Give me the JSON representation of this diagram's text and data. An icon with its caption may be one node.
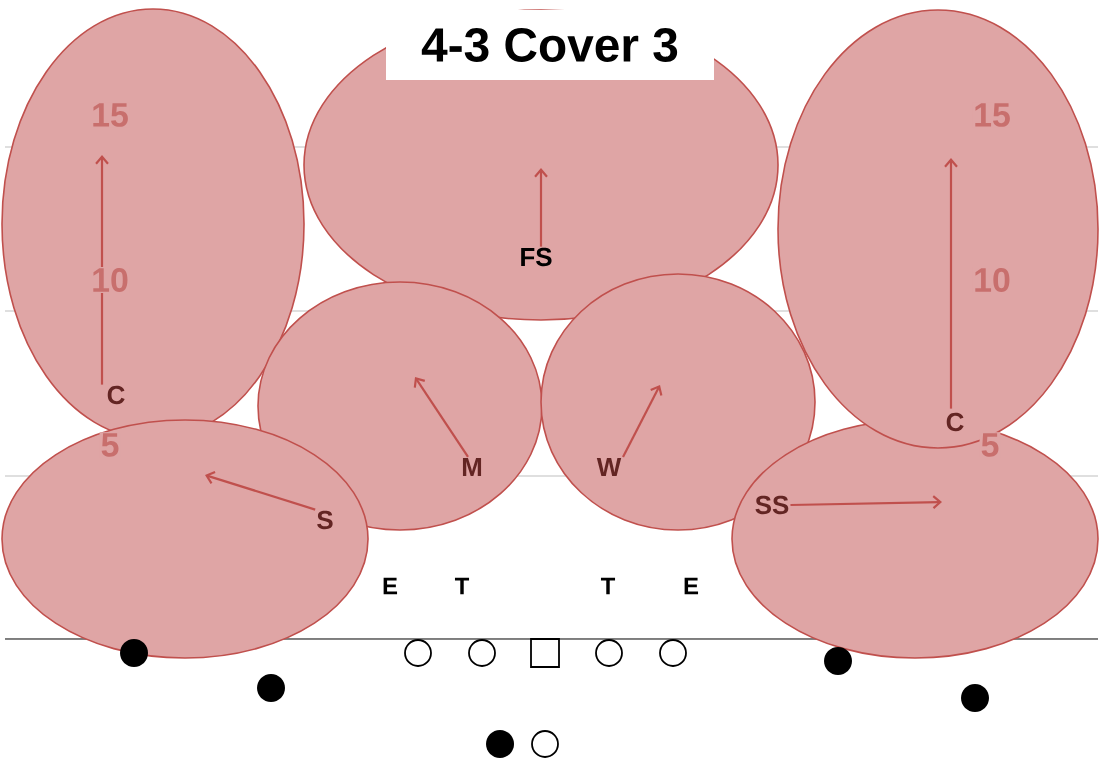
{
  "diagram": {
    "title": "4-3 Cover 3",
    "nodes": [
      {
        "text": [],
        "shape": "ellipse"
      },
      {
        "text": [],
        "shape": "ellipse"
      },
      {
        "text": [],
        "shape": "ellipse"
      },
      {
        "text": [],
        "shape": "ellipse"
      },
      {
        "text": [],
        "shape": "ellipse"
      },
      {
        "text": [],
        "shape": "ellipse"
      },
      {
        "text": [],
        "shape": "ellipse"
      },
      {
        "text": [
          "C"
        ],
        "in": 0
      },
      {
        "text": [
          "FS"
        ],
        "in": 1
      },
      {
        "text": [
          "C"
        ],
        "in": 2
      },
      {
        "text": [
          "M"
        ],
        "in": 3
      },
      {
        "text": [
          "W"
        ],
        "in": 4
      },
      {
        "text": [
          "S"
        ],
        "in": 5
      },
      {
        "text": [
          "SS"
        ],
        "in": 6
      }
    ],
    "labels": [
      "15",
      "15",
      "10",
      "10",
      "5",
      "5",
      "E",
      "T",
      "T",
      "E"
    ]
  }
}
